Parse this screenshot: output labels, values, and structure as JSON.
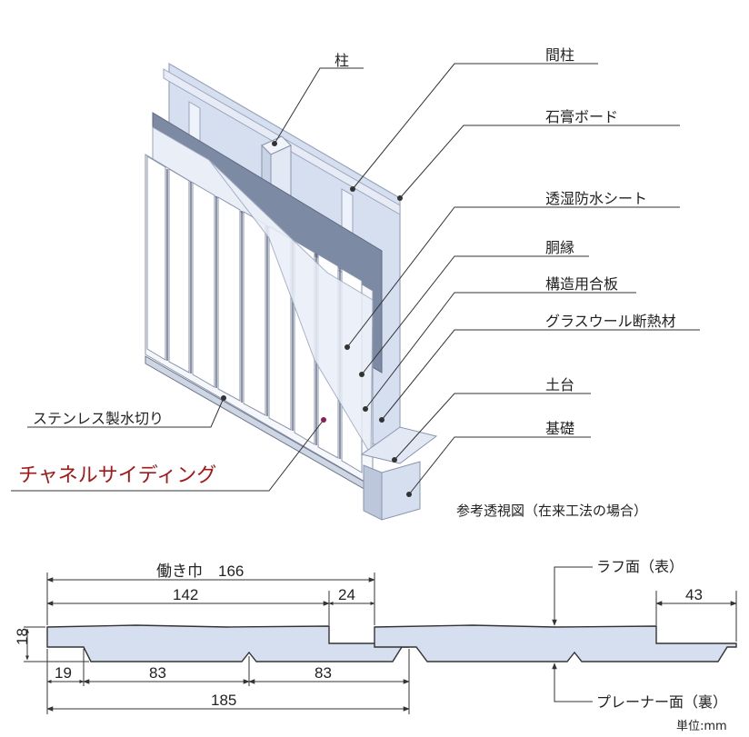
{
  "wall_diagram": {
    "labels": {
      "pillar": "柱",
      "stud": "間柱",
      "gypsum_board": "石膏ボード",
      "moisture_sheet": "透湿防水シート",
      "furring": "胴縁",
      "structural_plywood": "構造用合板",
      "glass_wool": "グラスウール断熱材",
      "sill": "土台",
      "foundation": "基礎",
      "drip_flashing": "ステンレス製水切り",
      "channel_siding": "チャネルサイディング"
    },
    "caption": "参考透視図（在来工法の場合）",
    "colors": {
      "panel": "#d6dff0",
      "panel_edge": "#9aa6bd",
      "sheet": "#7c8aa3",
      "accent": "#a31818",
      "line": "#333333"
    }
  },
  "profile_diagram": {
    "labels": {
      "working_width": "働き巾　166",
      "rough_face": "ラフ面（表）",
      "planer_face": "プレーナー面（裏）",
      "unit": "単位:mm"
    },
    "dims": {
      "d142": "142",
      "d24": "24",
      "d43": "43",
      "d18": "18",
      "d19": "19",
      "d83a": "83",
      "d83b": "83",
      "d185": "185"
    }
  }
}
